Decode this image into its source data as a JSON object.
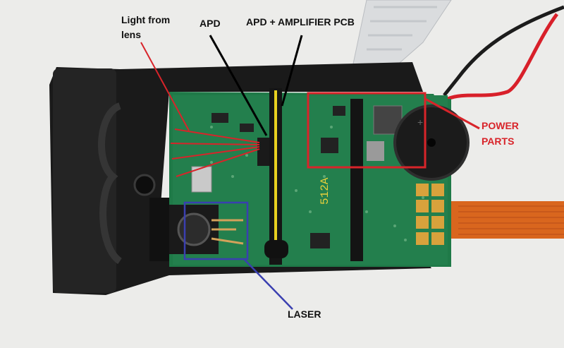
{
  "labels": {
    "light_from_lens_line1": "Light from",
    "light_from_lens_line2": "lens",
    "apd": "APD",
    "apd_amplifier_pcb": "APD + AMPLIFIER PCB",
    "power_parts_line1": "POWER",
    "power_parts_line2": "PARTS",
    "laser": "LASER"
  },
  "pcb_marking": "512A",
  "colors": {
    "background": "#ececea",
    "pcb": "#1f7a48",
    "housing": "#1a1a1a",
    "annotation_red": "#d8242a",
    "annotation_blue": "#3a3fb0",
    "annotation_black": "#000000",
    "annotation_yellow": "#e8d020",
    "flex_cable": "#d9661e"
  }
}
